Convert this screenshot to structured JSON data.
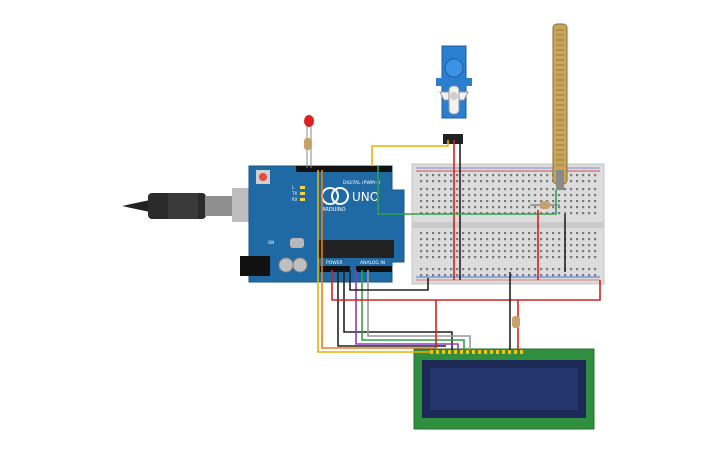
{
  "arduino": {
    "logo_text": "ARDUINO",
    "model_text": "UNO",
    "digital_label": "DIGITAL (PWM~)",
    "power_label": "POWER",
    "analog_label": "ANALOG IN",
    "tx_label": "TX",
    "rx_label": "RX",
    "l_label": "L",
    "on_label": "ON"
  },
  "colors": {
    "board": "#1f6aa5",
    "breadboard": "#dcdcdc",
    "lcd_pcb": "#2f8f3f",
    "lcd_screen": "#1c2a55",
    "servo": "#2a7fd0",
    "flex": "#c8a55a",
    "wire_red": "#d62020",
    "wire_black": "#222222",
    "wire_yellow": "#e6b400",
    "wire_green": "#2fa24a",
    "wire_purple": "#8b3fb8",
    "wire_orange": "#e67e22"
  },
  "components": {
    "lcd": "lcd-16x2",
    "servo": "micro-servo",
    "flex_sensor": "flex-sensor",
    "led": "red-led",
    "usb": "usb-cable"
  }
}
